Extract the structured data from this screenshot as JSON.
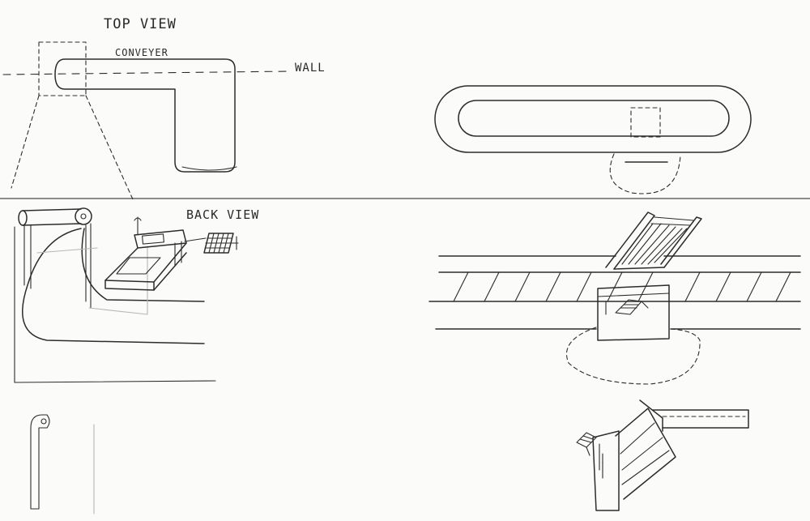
{
  "labels": {
    "top_view": "TOP VIEW",
    "conveyor": "CONVEYER",
    "wall": "WALL",
    "back_view": "BACK VIEW"
  }
}
